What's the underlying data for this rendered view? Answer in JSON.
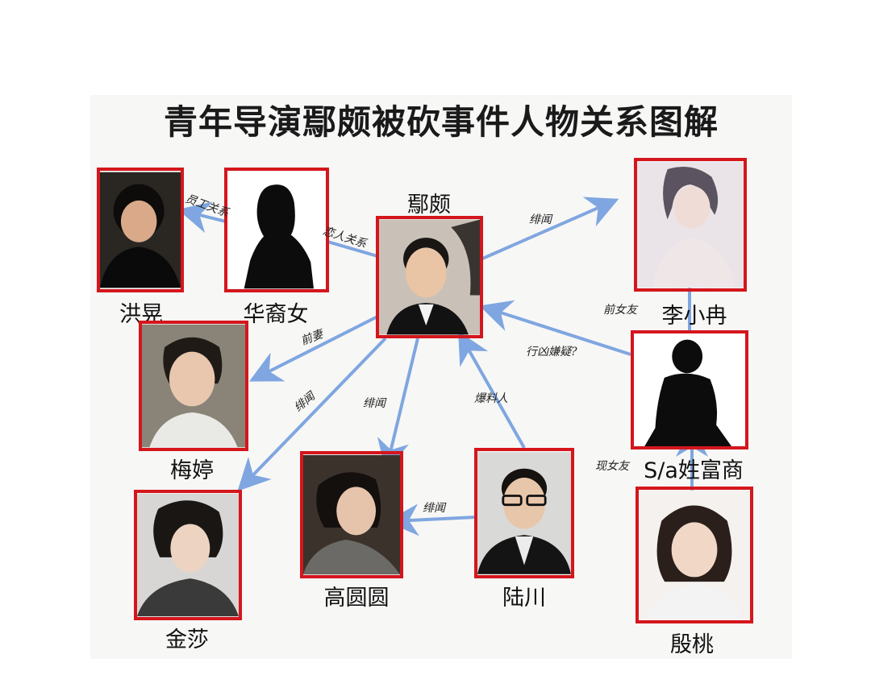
{
  "title": "青年导演鄢颇被砍事件人物关系图解",
  "colors": {
    "frame": "#d4161c",
    "arrow": "#7fa6e0",
    "background": "#f7f7f6"
  },
  "people": {
    "yanpo": "鄢颇",
    "hongye": "洪晃",
    "huayi": "华裔女",
    "lixiaoran": "李小冉",
    "meiting": "梅婷",
    "sa_merchant": "S/a姓富商",
    "jinsha": "金莎",
    "gaoyuanyuan": "高圆圆",
    "luchuan": "陆川",
    "yintao": "殷桃"
  },
  "relations": {
    "employee": "员工关系",
    "lovers": "恋人关系",
    "rumor_lixiaoran": "绯闻",
    "ex_girlfriend": "前女友",
    "suspect": "行凶嫌疑?",
    "ex_wife": "前妻",
    "rumor_jinsha": "绯闻",
    "rumor_gaoyuanyuan": "绯闻",
    "whistleblower": "爆料人",
    "current_girlfriend": "现女友",
    "rumor_luchuan_gao": "绯闻"
  }
}
